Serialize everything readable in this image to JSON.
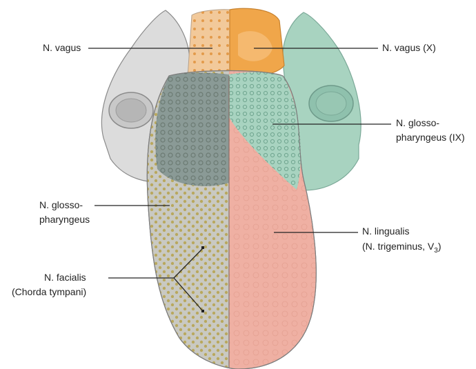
{
  "labels": {
    "vagus_left": "N. vagus",
    "vagus_right": "N. vagus (X)",
    "glosso_right_1": "N. glosso-",
    "glosso_right_2": "pharyngeus (IX)",
    "glosso_left_1": "N. glosso-",
    "glosso_left_2": "pharyngeus",
    "lingualis_1": "N. lingualis",
    "lingualis_2_prefix": "(N. trigeminus, V",
    "lingualis_2_sub": "3",
    "lingualis_2_suffix": ")",
    "facialis_1": "N. facialis",
    "facialis_2": "(Chorda tympani)"
  },
  "colors": {
    "vagus_sensory": "#f2c99a",
    "vagus_taste": "#f0a64a",
    "glosso_sensory": "#a8d3c0",
    "glosso_taste": "#8a9a96",
    "lingual": "#efb0a3",
    "facial_taste": "#c9c9c2",
    "taste_dots": "#b9a85e",
    "outline": "#7d7d7d"
  }
}
